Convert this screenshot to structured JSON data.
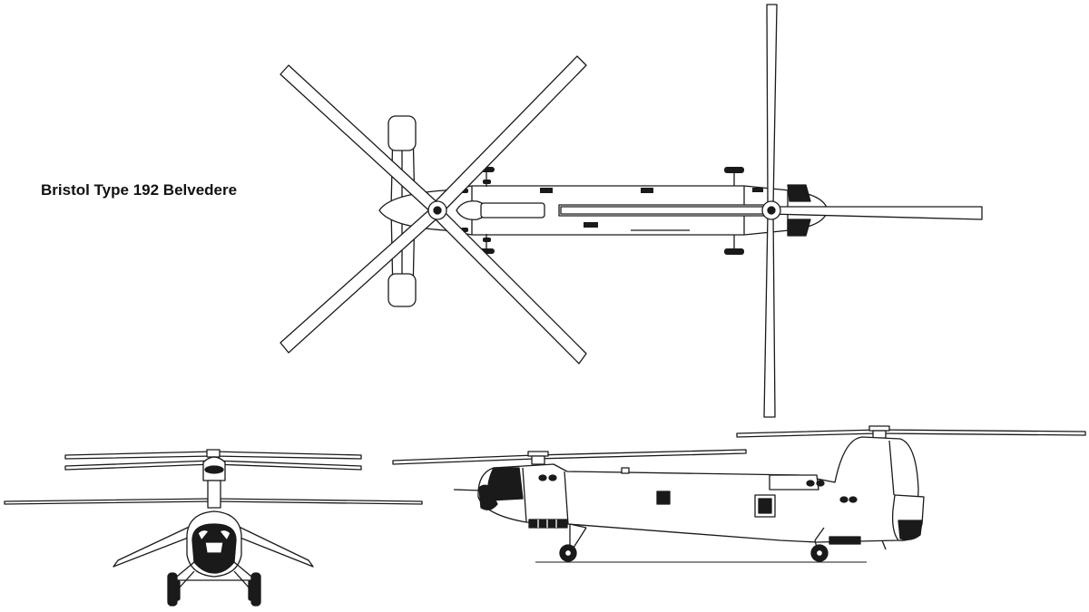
{
  "drawing": {
    "title": "Bristol Type 192 Belvedere",
    "views": [
      "top-view",
      "front-view",
      "side-view"
    ],
    "style": {
      "line": "#1a1a1a",
      "fill": "#ffffff",
      "dark": "#1a1a1a"
    }
  }
}
